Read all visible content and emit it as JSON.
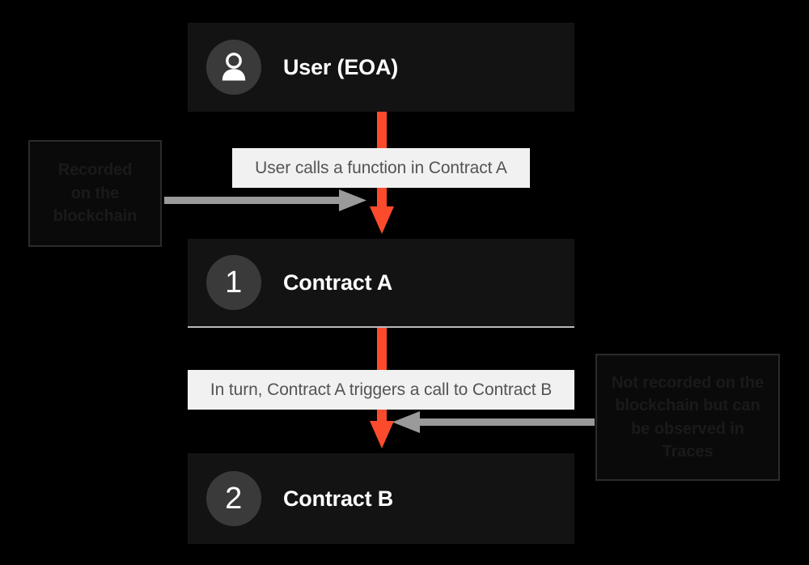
{
  "diagram": {
    "title": "Transaction call flow: User (EOA) to Contract A to Contract B",
    "background_color": "#000000",
    "accent_color": "#fb4b2c",
    "node_color": "#131313",
    "chip_color": "#f1f1f1",
    "badge_color": "#3a3a3a"
  },
  "nodes": [
    {
      "id": "user",
      "icon": "person-icon",
      "badge": "",
      "label": "User (EOA)"
    },
    {
      "id": "contract-a",
      "icon": "",
      "badge": "1",
      "label": "Contract A"
    },
    {
      "id": "contract-b",
      "icon": "",
      "badge": "2",
      "label": "Contract B"
    }
  ],
  "edge_labels": [
    {
      "id": "call-a",
      "text": "User calls a function in Contract A"
    },
    {
      "id": "call-b",
      "text": "In turn, Contract A triggers a call to Contract B"
    }
  ],
  "callouts": [
    {
      "id": "left",
      "lines": [
        "Recorded",
        "on the",
        "blockchain"
      ],
      "arrow": "gray-arrow-right-pointing"
    },
    {
      "id": "right",
      "lines": [
        "Not recorded on the",
        "blockchain but can",
        "be observed in",
        "Traces"
      ],
      "arrow": "gray-arrow-left-pointing"
    }
  ]
}
